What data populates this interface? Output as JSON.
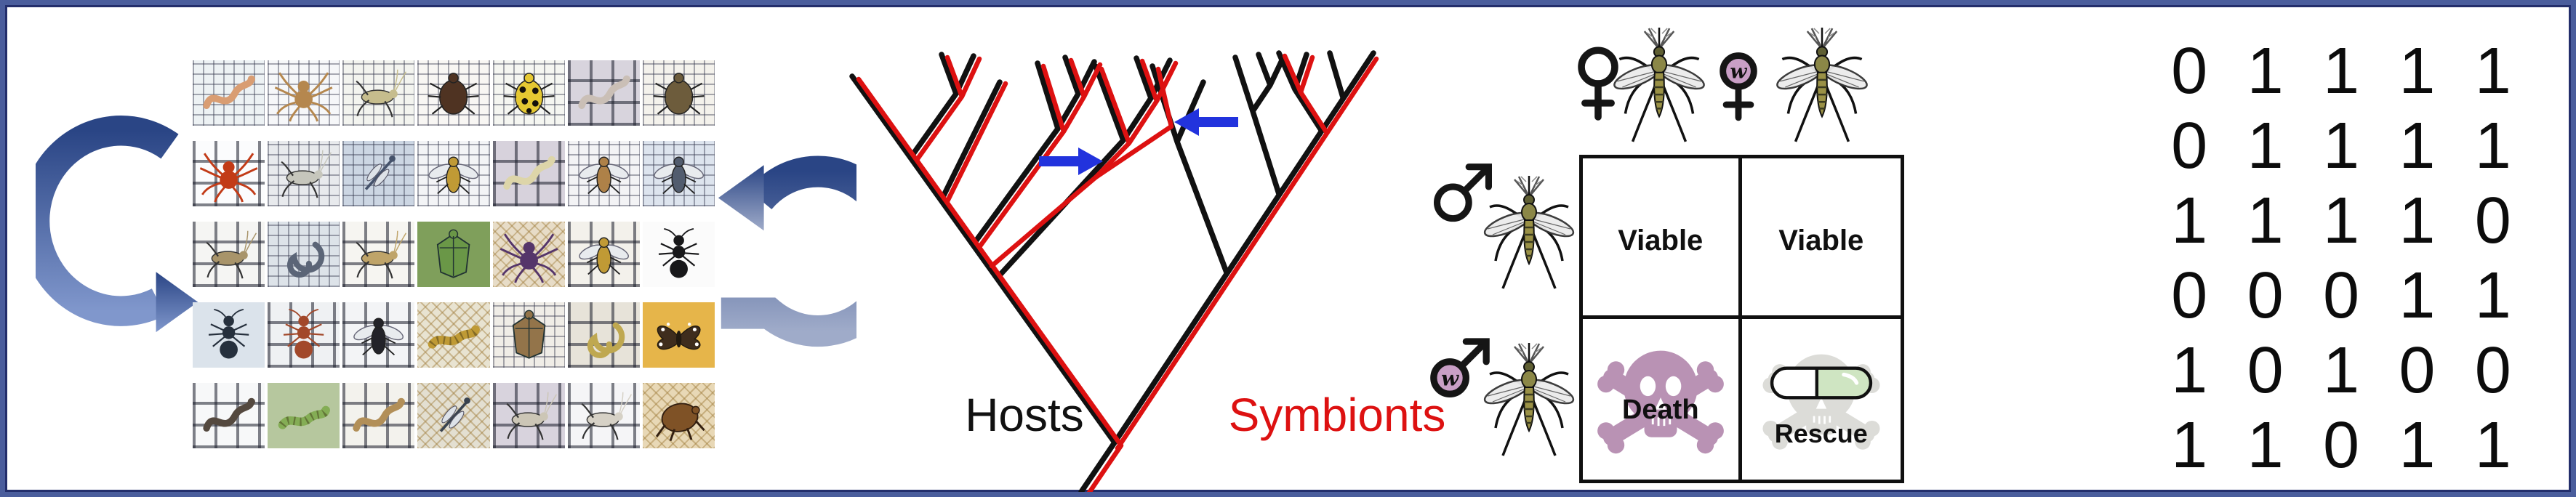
{
  "frame": {
    "outer_color": "#4a5d9c",
    "inner_color": "#232e6b",
    "background": "#ffffff"
  },
  "insect_panel": {
    "rows": 5,
    "cols": 7,
    "arrow_dark": "#2a4585",
    "arrow_light": "#8097cc",
    "cells": [
      {
        "bg": "#edf2f4",
        "grid": "fine",
        "type": "larva",
        "color": "#d99d72"
      },
      {
        "bg": "#f6f7f9",
        "grid": "fine",
        "type": "spider",
        "color": "#b5874e"
      },
      {
        "bg": "#f3f4ef",
        "grid": "fine",
        "type": "cricket",
        "color": "#c6bd8d"
      },
      {
        "bg": "#f8f6f3",
        "grid": "fine",
        "type": "beetle",
        "color": "#4f3322"
      },
      {
        "bg": "#f5f6f1",
        "grid": "fine",
        "type": "beetle",
        "color": "#e5c832",
        "spots": true
      },
      {
        "bg": "#d8d4dd",
        "grid": "coarse",
        "type": "larva",
        "color": "#cabfb6"
      },
      {
        "bg": "#f4f2ec",
        "grid": "fine",
        "type": "beetle",
        "color": "#6d5c3c"
      },
      {
        "bg": "#fbfcfd",
        "grid": "coarse",
        "type": "spider",
        "color": "#c23b17"
      },
      {
        "bg": "#e8eaed",
        "grid": "fine",
        "type": "cricket",
        "color": "#c6c6bc"
      },
      {
        "bg": "#ccd6e3",
        "grid": "fine",
        "type": "damselfly",
        "color": "#45526b"
      },
      {
        "bg": "#f3f4f6",
        "grid": "fine",
        "type": "fly",
        "color": "#c09a35"
      },
      {
        "bg": "#d7d2dc",
        "grid": "coarse",
        "type": "larva",
        "color": "#ddd5a9"
      },
      {
        "bg": "#f3f3f5",
        "grid": "fine",
        "type": "fly",
        "color": "#ae8148"
      },
      {
        "bg": "#dde4ee",
        "grid": "fine",
        "type": "fly",
        "color": "#525c6e"
      },
      {
        "bg": "#f5f5f3",
        "grid": "coarse",
        "type": "cricket",
        "color": "#a8946a"
      },
      {
        "bg": "#dde3e9",
        "grid": "fine",
        "type": "coil",
        "color": "#5b6577"
      },
      {
        "bg": "#f6f5f1",
        "grid": "coarse",
        "type": "cricket",
        "color": "#bfa469"
      },
      {
        "bg": "#7f9f5b",
        "grid": "none",
        "type": "bug",
        "color": "#6a9747"
      },
      {
        "bg": "#e7dcc7",
        "grid": "mesh",
        "type": "spider",
        "color": "#55356a"
      },
      {
        "bg": "#f3f1eb",
        "grid": "coarse",
        "type": "fly",
        "color": "#c09a35"
      },
      {
        "bg": "#fbfbfb",
        "grid": "none",
        "type": "ant",
        "color": "#18181a"
      },
      {
        "bg": "#dbe3eb",
        "grid": "none",
        "type": "ant",
        "color": "#26303d"
      },
      {
        "bg": "#eff1f3",
        "grid": "coarse",
        "type": "ant",
        "color": "#a2482a"
      },
      {
        "bg": "#f3f4f6",
        "grid": "coarse",
        "type": "fly",
        "color": "#232329"
      },
      {
        "bg": "#e8e3d1",
        "grid": "mesh",
        "type": "caterpillar",
        "color": "#bf9a35"
      },
      {
        "bg": "#f0ede7",
        "grid": "fine",
        "type": "bug",
        "color": "#93744a"
      },
      {
        "bg": "#e7e3d9",
        "grid": "coarse",
        "type": "coil",
        "color": "#bfa850"
      },
      {
        "bg": "#e6b54a",
        "grid": "none",
        "type": "butterfly",
        "color": "#3f2d1d"
      },
      {
        "bg": "#f7f8f9",
        "grid": "coarse",
        "type": "larva",
        "color": "#54493f"
      },
      {
        "bg": "#b6c79e",
        "grid": "none",
        "type": "caterpillar",
        "color": "#84ad55"
      },
      {
        "bg": "#f3f2ed",
        "grid": "coarse",
        "type": "larva",
        "color": "#b28f58"
      },
      {
        "bg": "#e3dfd1",
        "grid": "mesh",
        "type": "damselfly",
        "color": "#39434f"
      },
      {
        "bg": "#d8d3dd",
        "grid": "coarse",
        "type": "cricket",
        "color": "#ccc6b6"
      },
      {
        "bg": "#f5f5f7",
        "grid": "coarse",
        "type": "cricket",
        "color": "#d6d1c6"
      },
      {
        "bg": "#e8d8b6",
        "grid": "mesh",
        "type": "flea",
        "color": "#7f5226"
      }
    ]
  },
  "tree_panel": {
    "hosts_label": "Hosts",
    "symbionts_label": "Symbionts",
    "host_color": "#111111",
    "symbiont_color": "#dd1111",
    "switch_arrow_color": "#2233dd"
  },
  "cross_panel": {
    "female_symbol": "♀",
    "male_symbol": "♂",
    "wolbachia_label": "w",
    "wolbachia_fill": "#c99fc6",
    "viable_top_left": "Viable",
    "viable_top_right": "Viable",
    "death_label": "Death",
    "rescue_label": "Rescue",
    "skull_death_color": "#b992b4",
    "skull_rescue_color": "#dcdcd8",
    "pill_fill": "#cfe5c2"
  },
  "matrix_panel": {
    "rows": [
      [
        0,
        1,
        1,
        1,
        1
      ],
      [
        0,
        1,
        1,
        1,
        1
      ],
      [
        1,
        1,
        1,
        1,
        0
      ],
      [
        0,
        0,
        0,
        1,
        1
      ],
      [
        1,
        0,
        1,
        0,
        0
      ],
      [
        1,
        1,
        0,
        1,
        1
      ]
    ]
  }
}
